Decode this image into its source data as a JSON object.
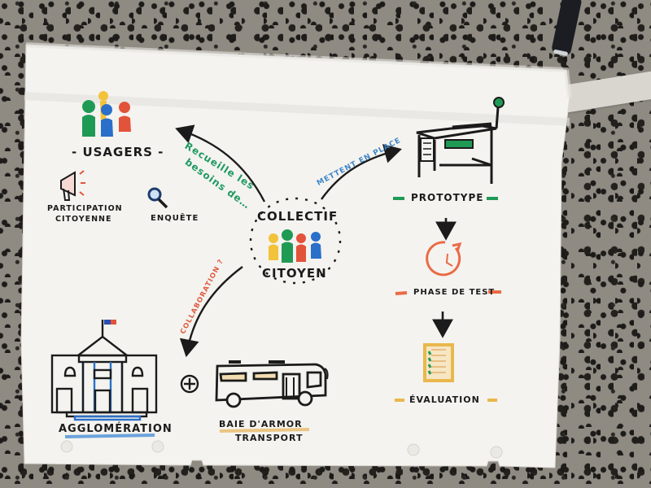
{
  "diagram": {
    "type": "hand-drawn flipchart mind map",
    "center": {
      "label_line1": "COLLECTIF",
      "label_line2": "CITOYEN",
      "icon": "people-group-icon",
      "people_colors": [
        "#f2c23b",
        "#1f9a55",
        "#e2533b",
        "#2a6fc9"
      ]
    },
    "nodes": {
      "usagers": {
        "title": "- USAGERS -",
        "icon": "people-group-icon",
        "children": [
          {
            "label_line1": "PARTICIPATION",
            "label_line2": "CITOYENNE",
            "icon": "megaphone-icon"
          },
          {
            "label": "ENQUÊTE",
            "icon": "magnifier-icon"
          }
        ]
      },
      "prototype": {
        "title": "PROTOTYPE",
        "icon": "desk-workstation-icon"
      },
      "phase_test": {
        "title": "PHASE DE TEST",
        "icon": "clock-cycle-icon"
      },
      "evaluation": {
        "title": "ÉVALUATION",
        "icon": "checklist-icon"
      },
      "agglomeration": {
        "title": "AGGLOMÉRATION",
        "icon": "town-hall-icon"
      },
      "transport": {
        "title_line1": "BAIE D'ARMOR",
        "title_line2": "TRANSPORT",
        "icon": "bus-icon"
      },
      "plus": "+"
    },
    "edges": [
      {
        "from": "center",
        "to": "usagers",
        "label_line1": "Recueille les",
        "label_line2": "besoins de…",
        "color": "#1f9a62"
      },
      {
        "from": "center",
        "to": "prototype",
        "label": "METTENT EN PLACE",
        "color": "#3f86c9"
      },
      {
        "from": "center",
        "to": "agglomeration",
        "label": "COLLABORATION ?",
        "color": "#e05a3e"
      },
      {
        "from": "prototype",
        "to": "phase_test",
        "label": ""
      },
      {
        "from": "phase_test",
        "to": "evaluation",
        "label": ""
      }
    ],
    "colors": {
      "ink": "#1b1b1b",
      "green": "#1f9a55",
      "blue": "#2a6fc9",
      "red": "#e2533b",
      "orange": "#ea6a45",
      "yellow": "#e9b84d",
      "paper": "#f3f2ee"
    }
  }
}
